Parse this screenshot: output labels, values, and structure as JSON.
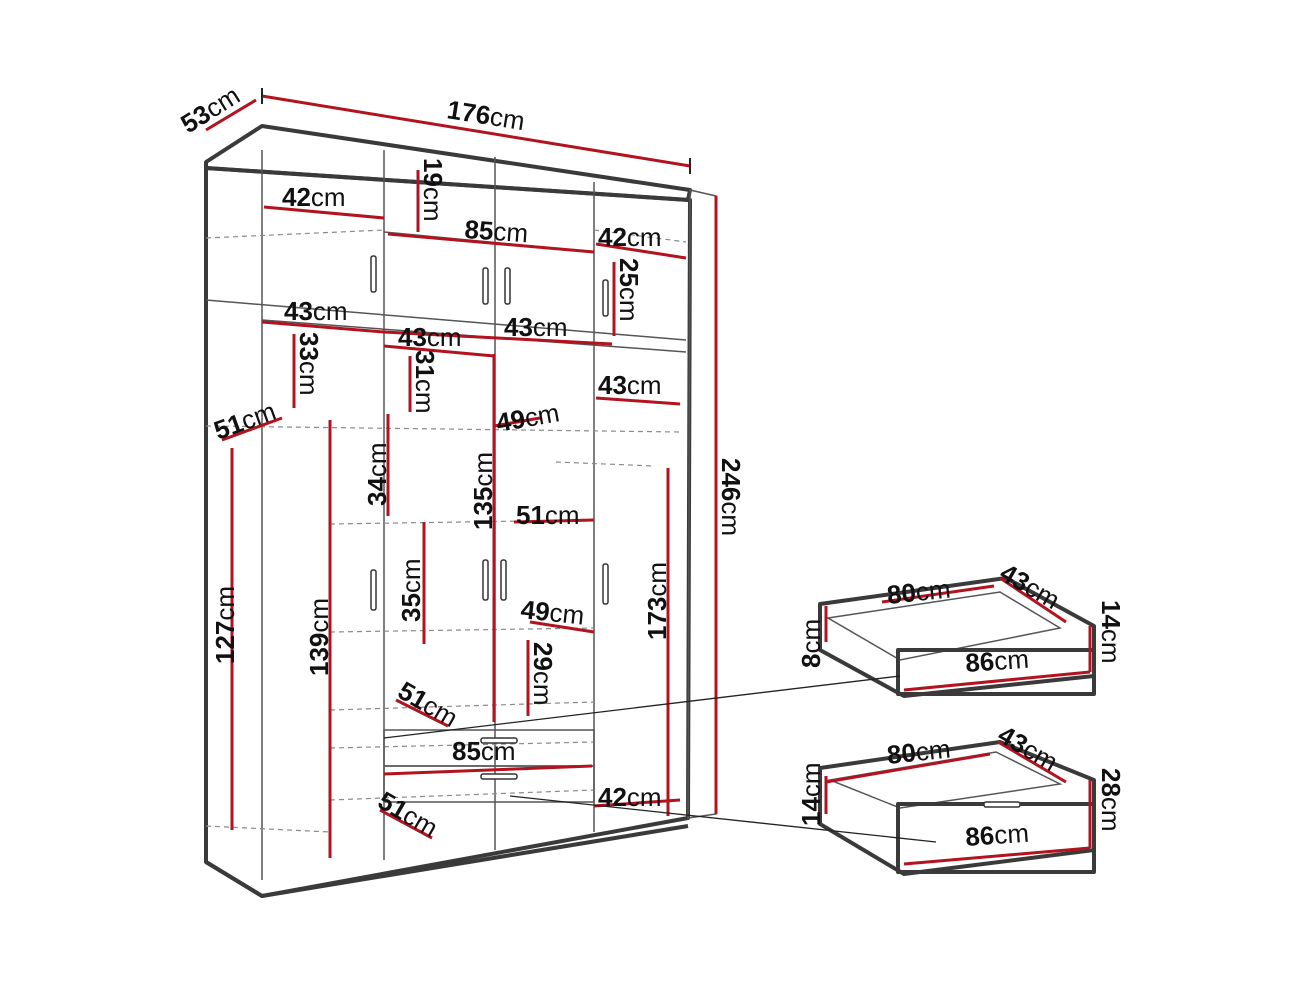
{
  "dimensions": {
    "depth": {
      "value": "53",
      "unit": "cm"
    },
    "width": {
      "value": "176",
      "unit": "cm"
    },
    "height": {
      "value": "246",
      "unit": "cm"
    },
    "top_left_width": {
      "value": "42",
      "unit": "cm"
    },
    "top_left_height": {
      "value": "19",
      "unit": "cm"
    },
    "top_center_width": {
      "value": "85",
      "unit": "cm"
    },
    "top_right_width": {
      "value": "42",
      "unit": "cm"
    },
    "top_right_height": {
      "value": "25",
      "unit": "cm"
    },
    "left_width": {
      "value": "43",
      "unit": "cm"
    },
    "left_shelf_height": {
      "value": "33",
      "unit": "cm"
    },
    "center_left_width": {
      "value": "43",
      "unit": "cm"
    },
    "center_right_width": {
      "value": "43",
      "unit": "cm"
    },
    "center_top_height": {
      "value": "31",
      "unit": "cm"
    },
    "right_width": {
      "value": "43",
      "unit": "cm"
    },
    "left_depth": {
      "value": "51",
      "unit": "cm"
    },
    "center_shelf_depth": {
      "value": "49",
      "unit": "cm"
    },
    "shelf_height_34": {
      "value": "34",
      "unit": "cm"
    },
    "hanging_135": {
      "value": "135",
      "unit": "cm"
    },
    "shelf_depth_51": {
      "value": "51",
      "unit": "cm"
    },
    "left_rail_127": {
      "value": "127",
      "unit": "cm"
    },
    "hanging_139": {
      "value": "139",
      "unit": "cm"
    },
    "shelf_height_35": {
      "value": "35",
      "unit": "cm"
    },
    "shelf_depth_49": {
      "value": "49",
      "unit": "cm"
    },
    "right_hanging_173": {
      "value": "173",
      "unit": "cm"
    },
    "drawer_space_29": {
      "value": "29",
      "unit": "cm"
    },
    "drawer_depth_51a": {
      "value": "51",
      "unit": "cm"
    },
    "drawer_width_85": {
      "value": "85",
      "unit": "cm"
    },
    "drawer_depth_51b": {
      "value": "51",
      "unit": "cm"
    },
    "bottom_right_42": {
      "value": "42",
      "unit": "cm"
    }
  },
  "drawer_small": {
    "inner_width": {
      "value": "80",
      "unit": "cm"
    },
    "depth": {
      "value": "43",
      "unit": "cm"
    },
    "inner_height": {
      "value": "8",
      "unit": "cm"
    },
    "front_height": {
      "value": "14",
      "unit": "cm"
    },
    "front_width": {
      "value": "86",
      "unit": "cm"
    }
  },
  "drawer_large": {
    "inner_width": {
      "value": "80",
      "unit": "cm"
    },
    "depth": {
      "value": "43",
      "unit": "cm"
    },
    "inner_height": {
      "value": "14",
      "unit": "cm"
    },
    "front_height": {
      "value": "28",
      "unit": "cm"
    },
    "front_width": {
      "value": "86",
      "unit": "cm"
    }
  },
  "colors": {
    "dimension_line": "#b3121f",
    "outline": "#3a3a3a"
  }
}
